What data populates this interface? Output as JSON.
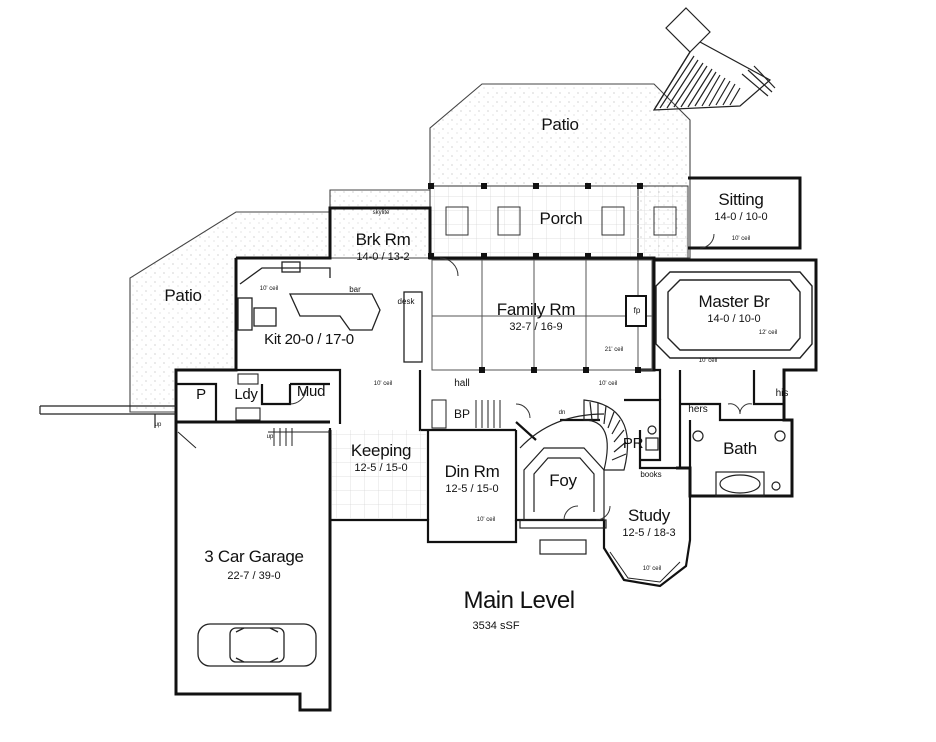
{
  "title": "Main Level",
  "area": "3534 sSF",
  "rooms": {
    "patio_top": {
      "name": "Patio"
    },
    "patio_left": {
      "name": "Patio"
    },
    "porch": {
      "name": "Porch"
    },
    "sitting": {
      "name": "Sitting",
      "dims": "14-0 / 10-0",
      "ceiling": "10' ceil"
    },
    "brk_rm": {
      "name": "Brk Rm",
      "dims": "14-0 / 13-2"
    },
    "kit": {
      "name": "Kit 20-0 / 17-0",
      "ceiling": "10' ceil"
    },
    "family": {
      "name": "Family Rm",
      "dims": "32-7 / 16-9",
      "ceiling": "21' ceil"
    },
    "master": {
      "name": "Master Br",
      "dims": "14-0 / 10-0",
      "ceiling": "12' ceil"
    },
    "p": {
      "name": "P"
    },
    "ldy": {
      "name": "Ldy"
    },
    "mud": {
      "name": "Mud"
    },
    "keeping": {
      "name": "Keeping",
      "dims": "12-5 / 15-0"
    },
    "din": {
      "name": "Din Rm",
      "dims": "12-5 / 15-0",
      "ceiling": "10' ceil"
    },
    "foy": {
      "name": "Foy"
    },
    "pr": {
      "name": "PR"
    },
    "bath": {
      "name": "Bath"
    },
    "study": {
      "name": "Study",
      "dims": "12-5 / 18-3",
      "ceiling": "10' ceil"
    },
    "garage": {
      "name": "3 Car Garage",
      "dims": "22-7 / 39-0"
    }
  },
  "notes": {
    "hall": "hall",
    "bp": "BP",
    "hers": "hers",
    "his": "his",
    "books": "books",
    "desk": "desk",
    "bar": "bar",
    "fp": "fp",
    "skylite": "skylite",
    "up": "up",
    "dn": "dn",
    "ceil_10": "10' ceil"
  }
}
